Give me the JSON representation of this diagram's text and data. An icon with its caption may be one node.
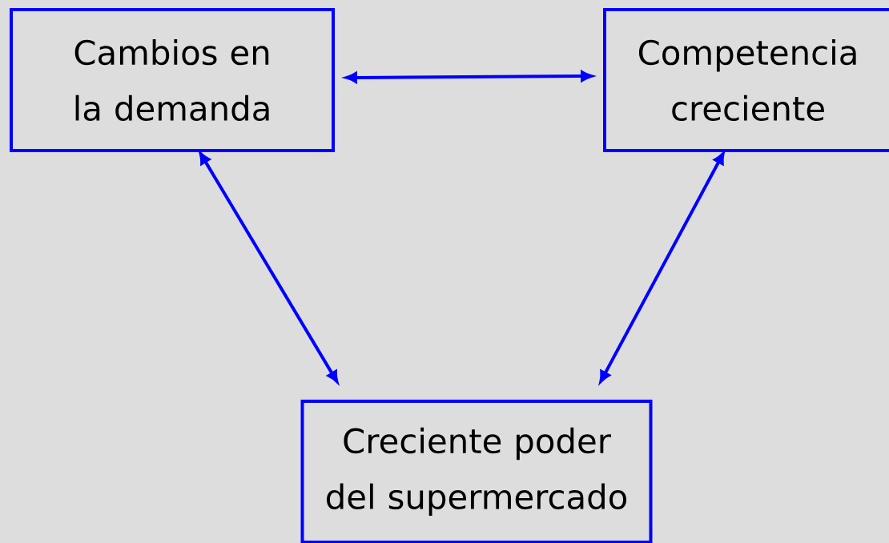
{
  "diagram": {
    "nodes": [
      {
        "text": [
          "Cambios en la demanda"
        ]
      },
      {
        "text": [
          "Competencia creciente"
        ]
      },
      {
        "text": [
          "Creciente poder del supermercado"
        ]
      }
    ],
    "edges": [
      {
        "from": 0,
        "to": 1,
        "arrow": "both"
      },
      {
        "from": 0,
        "to": 2,
        "arrow": "both"
      },
      {
        "from": 1,
        "to": 2,
        "arrow": "both"
      }
    ]
  }
}
